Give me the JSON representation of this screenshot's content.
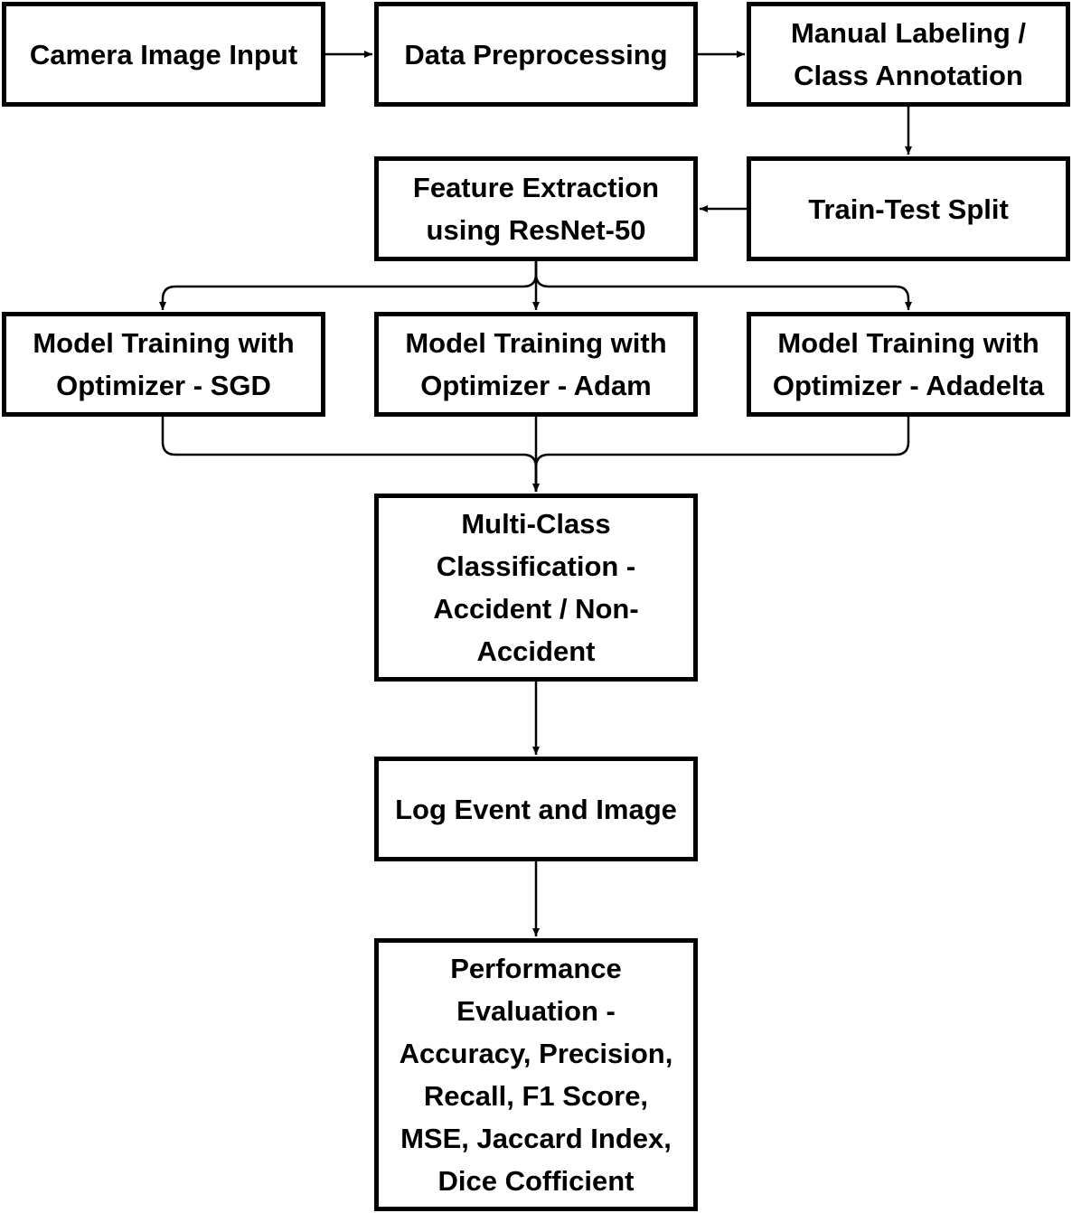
{
  "diagram": {
    "nodes": {
      "camera": "Camera Image Input",
      "preprocess": "Data Preprocessing",
      "labeling": "Manual Labeling /\nClass Annotation",
      "split": "Train-Test Split",
      "feature": "Feature Extraction\nusing ResNet-50",
      "sgd": "Model Training with\nOptimizer - SGD",
      "adam": "Model Training with\nOptimizer - Adam",
      "adadelta": "Model Training with\nOptimizer - Adadelta",
      "classify": "Multi-Class\nClassification -\nAccident / Non-\nAccident",
      "log": "Log Event and Image",
      "evaluation": "Performance\nEvaluation -\nAccuracy, Precision,\nRecall, F1 Score,\nMSE, Jaccard Index,\nDice Cofficient"
    },
    "edges": [
      {
        "from": "camera",
        "to": "preprocess"
      },
      {
        "from": "preprocess",
        "to": "labeling"
      },
      {
        "from": "labeling",
        "to": "split"
      },
      {
        "from": "split",
        "to": "feature"
      },
      {
        "from": "feature",
        "to": "sgd"
      },
      {
        "from": "feature",
        "to": "adam"
      },
      {
        "from": "feature",
        "to": "adadelta"
      },
      {
        "from": "sgd",
        "to": "classify"
      },
      {
        "from": "adam",
        "to": "classify"
      },
      {
        "from": "adadelta",
        "to": "classify"
      },
      {
        "from": "classify",
        "to": "log"
      },
      {
        "from": "log",
        "to": "evaluation"
      }
    ],
    "colors": {
      "stroke": "#000000",
      "fill": "#ffffff",
      "text": "#000000"
    }
  }
}
